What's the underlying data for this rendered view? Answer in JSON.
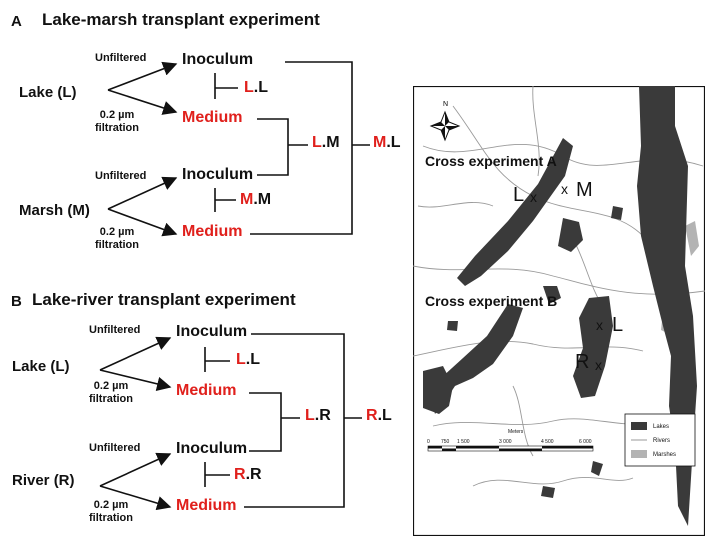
{
  "panel_a": {
    "letter": "A",
    "title": "Lake-marsh transplant experiment",
    "source1": "Lake (L)",
    "source2": "Marsh (M)",
    "unfiltered": "Unfiltered",
    "filtration_1": "0.2 µm",
    "filtration_2": "filtration",
    "inoculum": "Inoculum",
    "medium": "Medium",
    "cross1": {
      "red": "L",
      "black": ".L"
    },
    "cross2": {
      "red": "M",
      "black": ".M"
    },
    "cross3": {
      "red": "L",
      "black": ".M"
    },
    "cross4": {
      "red": "M",
      "black": ".L"
    }
  },
  "panel_b": {
    "letter": "B",
    "title": "Lake-river transplant experiment",
    "source1": "Lake (L)",
    "source2": "River (R)",
    "unfiltered": "Unfiltered",
    "filtration_1": "0.2 µm",
    "filtration_2": "filtration",
    "inoculum": "Inoculum",
    "medium": "Medium",
    "cross1": {
      "red": "L",
      "black": ".L"
    },
    "cross2": {
      "red": "R",
      "black": ".R"
    },
    "cross3": {
      "red": "L",
      "black": ".R"
    },
    "cross4": {
      "red": "R",
      "black": ".L"
    }
  },
  "map": {
    "cross_a": "Cross experiment A",
    "cross_b": "Cross experiment B",
    "a_left": "L",
    "a_right": "M",
    "b_right": "L",
    "b_left": "R",
    "x": "x",
    "north": "N",
    "scale_title": "Meters",
    "scale_ticks": [
      "0",
      "750",
      "1 500",
      "3 000",
      "4 500",
      "6 000"
    ],
    "legend": [
      "Lakes",
      "Rivers",
      "Marshes"
    ]
  },
  "colors": {
    "red": "#e0201c",
    "lake": "#3a3a3a",
    "marsh": "#b3b3b3",
    "river": "#9a9a9a"
  }
}
